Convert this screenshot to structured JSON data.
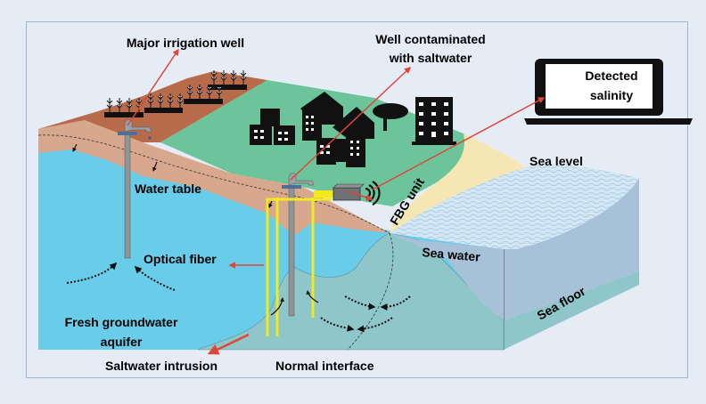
{
  "diagram": {
    "title": "Saltwater intrusion monitoring with FBG optical fiber sensing",
    "labels": {
      "major_irrigation_well": "Major irrigation well",
      "well_contaminated_line1": "Well contaminated",
      "well_contaminated_line2": "with saltwater",
      "detected_salinity_line1": "Detected",
      "detected_salinity_line2": "salinity",
      "sea_level": "Sea level",
      "water_table": "Water table",
      "fbg_unit": "FBG unit",
      "sea_water": "Sea water",
      "optical_fiber": "Optical fiber",
      "sea_floor": "Sea floor",
      "fresh_groundwater_line1": "Fresh groundwater",
      "fresh_groundwater_line2": "aquifer",
      "saltwater_intrusion": "Saltwater intrusion",
      "normal_interface": "Normal interface"
    },
    "icons": [
      "farm-crop-icon",
      "well-tap-icon",
      "city-buildings-icon",
      "tree-icon",
      "laptop-icon",
      "fbg-unit-box-icon",
      "wireless-signal-icon"
    ],
    "colors": {
      "background": "#e6ecf6",
      "frame_border": "#9fb4d4",
      "farmland": "#b86b4b",
      "grassland": "#6cc49b",
      "topsoil": "#d8a88e",
      "fresh_aquifer": "#69cdea",
      "saltwater_wedge": "#8fc6c9",
      "sea_block": "#a7c1d8",
      "sea_surface": "#cfe3f2",
      "beach": "#f4e7b3",
      "optical_fiber": "#f2ea1c",
      "pointer_arrow": "#e0453a",
      "well_pipe": "#8f9498"
    }
  }
}
